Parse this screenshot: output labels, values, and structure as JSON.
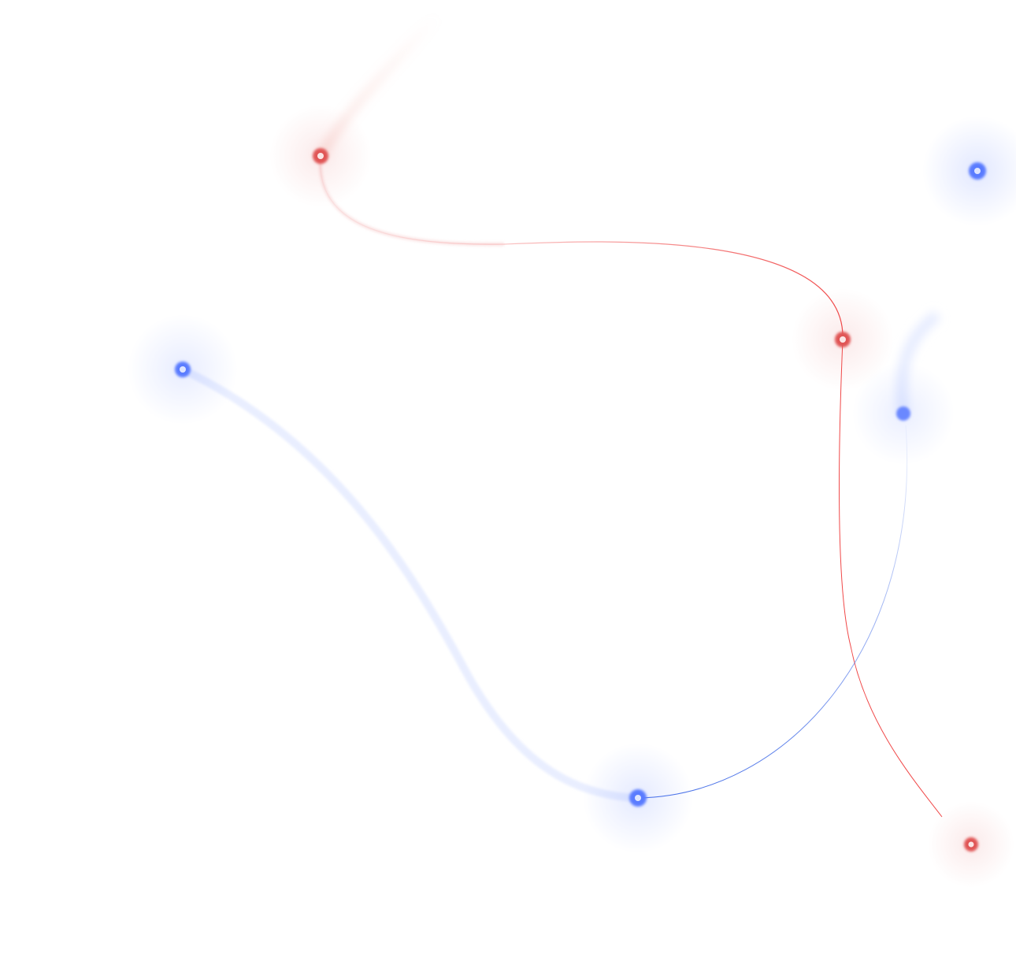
{
  "colors": {
    "red": "#e05555",
    "blue": "#5a7cff",
    "red_line": "#f04848",
    "blue_line": "#4a72e8"
  },
  "nodes": [
    {
      "id": "red-node-1",
      "color": "red"
    },
    {
      "id": "red-node-2",
      "color": "red"
    },
    {
      "id": "red-node-3",
      "color": "red"
    },
    {
      "id": "blue-node-1",
      "color": "blue"
    },
    {
      "id": "blue-node-2",
      "color": "blue"
    },
    {
      "id": "blue-node-3",
      "color": "blue"
    },
    {
      "id": "blue-node-4",
      "color": "blue"
    }
  ]
}
